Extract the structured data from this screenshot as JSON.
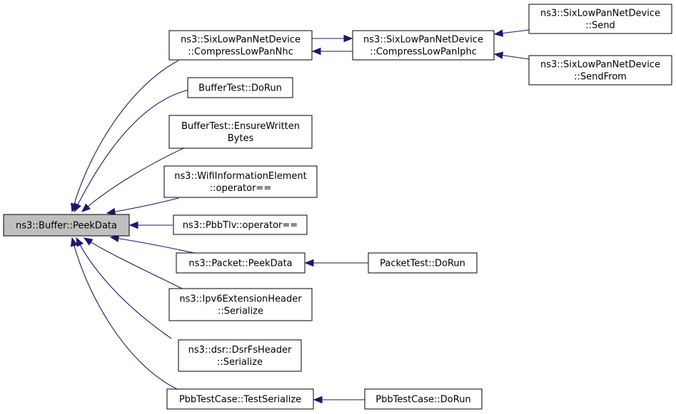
{
  "graph": {
    "nodes": [
      {
        "id": "root",
        "lines": [
          "ns3::Buffer::PeekData"
        ],
        "root": true
      },
      {
        "id": "cnhc",
        "lines": [
          "ns3::SixLowPanNetDevice",
          "::CompressLowPanNhc"
        ]
      },
      {
        "id": "ciphc",
        "lines": [
          "ns3::SixLowPanNetDevice",
          "::CompressLowPanIphc"
        ]
      },
      {
        "id": "send",
        "lines": [
          "ns3::SixLowPanNetDevice",
          "::Send"
        ]
      },
      {
        "id": "sendfrom",
        "lines": [
          "ns3::SixLowPanNetDevice",
          "::SendFrom"
        ]
      },
      {
        "id": "btrun",
        "lines": [
          "BufferTest::DoRun"
        ]
      },
      {
        "id": "btwritten",
        "lines": [
          "BufferTest::EnsureWritten",
          "Bytes"
        ]
      },
      {
        "id": "wifi",
        "lines": [
          "ns3::WifiInformationElement",
          "::operator=="
        ]
      },
      {
        "id": "pbbtlv",
        "lines": [
          "ns3::PbbTlv::operator=="
        ]
      },
      {
        "id": "pktpeek",
        "lines": [
          "ns3::Packet::PeekData"
        ]
      },
      {
        "id": "pktrun",
        "lines": [
          "PacketTest::DoRun"
        ]
      },
      {
        "id": "ipv6",
        "lines": [
          "ns3::Ipv6ExtensionHeader",
          "::Serialize"
        ]
      },
      {
        "id": "dsr",
        "lines": [
          "ns3::dsr::DsrFsHeader",
          "::Serialize"
        ]
      },
      {
        "id": "pbbser",
        "lines": [
          "PbbTestCase::TestSerialize"
        ]
      },
      {
        "id": "pbbrun",
        "lines": [
          "PbbTestCase::DoRun"
        ]
      }
    ],
    "edges": [
      {
        "from": "cnhc",
        "to": "root"
      },
      {
        "from": "btrun",
        "to": "root"
      },
      {
        "from": "btwritten",
        "to": "root"
      },
      {
        "from": "wifi",
        "to": "root"
      },
      {
        "from": "pbbtlv",
        "to": "root"
      },
      {
        "from": "pktpeek",
        "to": "root"
      },
      {
        "from": "ipv6",
        "to": "root"
      },
      {
        "from": "dsr",
        "to": "root"
      },
      {
        "from": "pbbser",
        "to": "root"
      },
      {
        "from": "ciphc",
        "to": "cnhc"
      },
      {
        "from": "cnhc",
        "to": "ciphc"
      },
      {
        "from": "send",
        "to": "ciphc"
      },
      {
        "from": "sendfrom",
        "to": "ciphc"
      },
      {
        "from": "pktrun",
        "to": "pktpeek"
      },
      {
        "from": "pbbrun",
        "to": "pbbser"
      }
    ]
  }
}
